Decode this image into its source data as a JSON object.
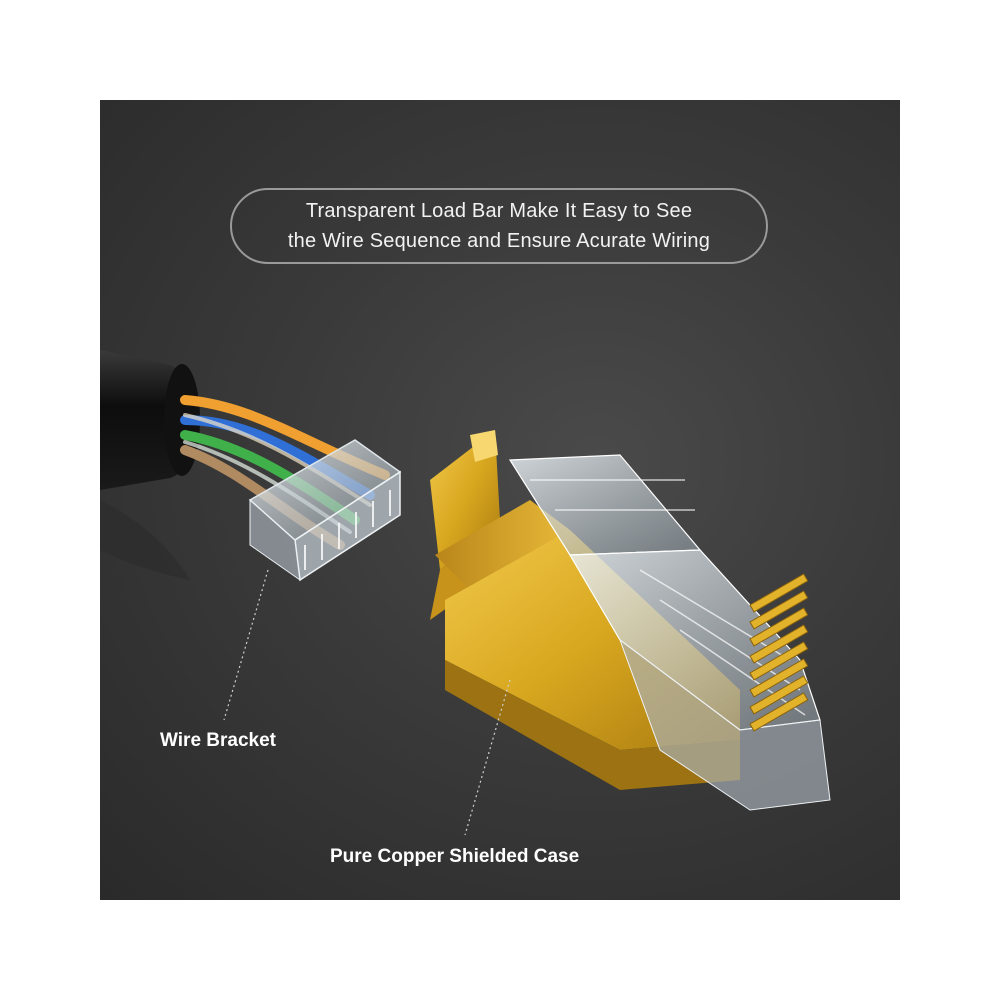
{
  "headline": {
    "line1": "Transparent Load Bar Make It Easy to See",
    "line2": "the Wire Sequence and Ensure Acurate Wiring"
  },
  "callouts": {
    "wire_bracket": "Wire Bracket",
    "copper_case": "Pure Copper Shielded Case"
  },
  "colors": {
    "background": "#3a3a3a",
    "frame_border": "#9a9a9a",
    "shield_gold": "#d8a71f",
    "wire_orange": "#f0a030",
    "wire_blue": "#2f6fd6",
    "wire_green": "#3fb04a",
    "wire_brown": "#b08a60"
  }
}
